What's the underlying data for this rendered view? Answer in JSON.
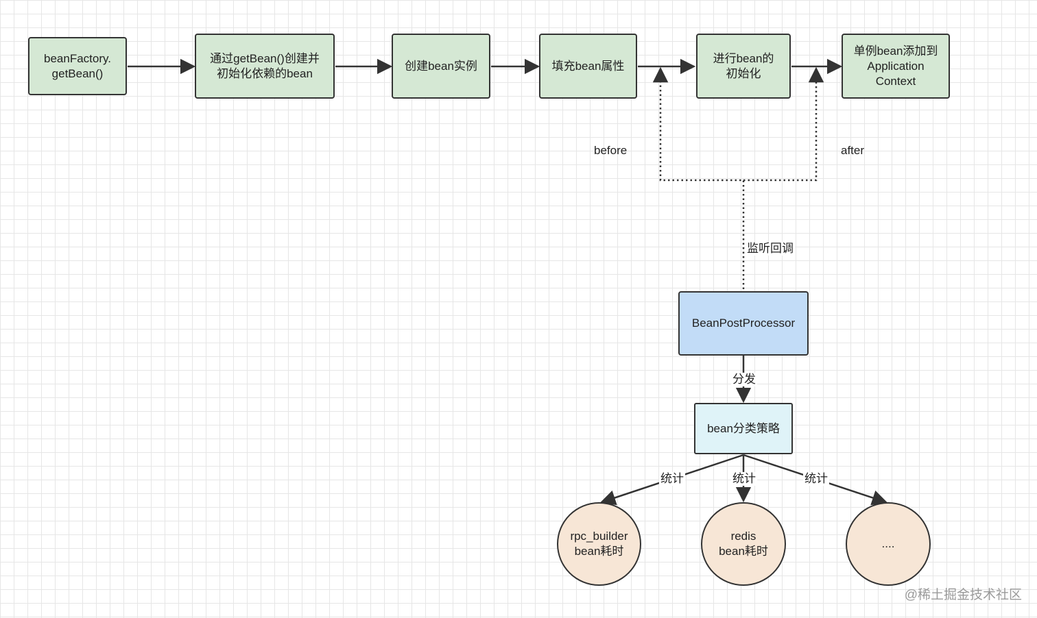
{
  "nodes": {
    "bean_factory": "beanFactory.\ngetBean()",
    "get_bean_deps": "通过getBean()创建并\n初始化依赖的bean",
    "create_instance": "创建bean实例",
    "populate": "填充bean属性",
    "initialize": "进行bean的\n初始化",
    "add_context": "单例bean添加到\nApplication\nContext",
    "bean_post_processor": "BeanPostProcessor",
    "strategy": "bean分类策略",
    "rpc_builder": "rpc_builder\nbean耗时",
    "redis": "redis\nbean耗时",
    "more": "...."
  },
  "edge_labels": {
    "before": "before",
    "after": "after",
    "listen_callback": "监听回调",
    "dispatch": "分发",
    "stat_left": "统计",
    "stat_mid": "统计",
    "stat_right": "统计"
  },
  "watermark": "@稀土掘金技术社区",
  "colors": {
    "process_fill": "#d5e8d4",
    "processor_fill": "#c2dcf7",
    "strategy_fill": "#dff3f8",
    "result_fill": "#f7e6d6",
    "stroke": "#333333",
    "grid": "#e6e6e6"
  }
}
